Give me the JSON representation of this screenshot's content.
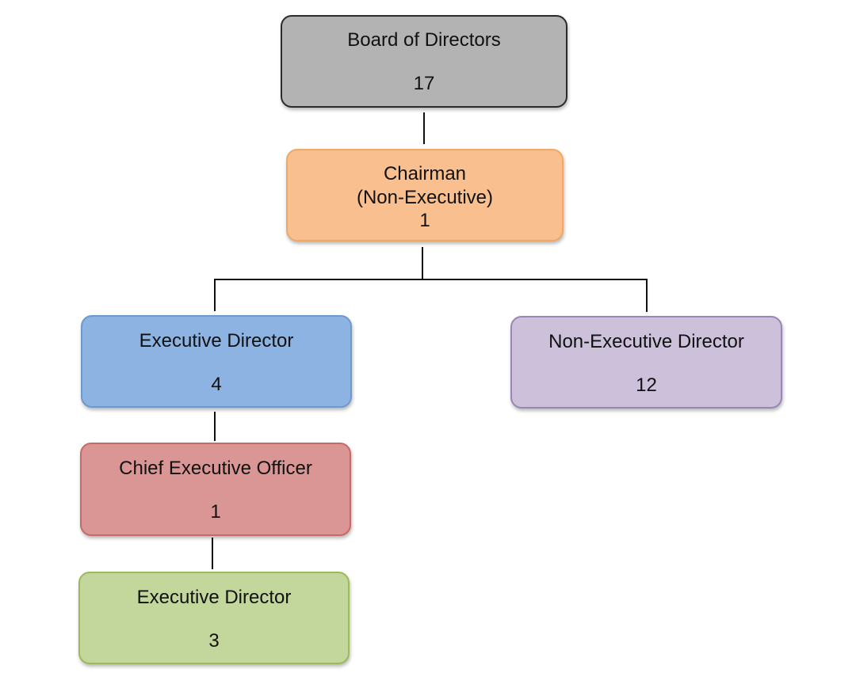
{
  "diagram": {
    "type": "org-chart",
    "nodes": {
      "board": {
        "title": "Board of Directors",
        "count": "17",
        "fill": "#b3b3b3"
      },
      "chairman": {
        "title_line1": "Chairman",
        "title_line2": "(Non-Executive)",
        "count": "1",
        "fill": "#f9bf8f"
      },
      "executive_director": {
        "title": "Executive Director",
        "count": "4",
        "fill": "#8db3e2"
      },
      "non_executive_director": {
        "title": "Non-Executive Director",
        "count": "12",
        "fill": "#ccc0da"
      },
      "ceo": {
        "title": "Chief Executive Officer",
        "count": "1",
        "fill": "#da9694"
      },
      "executive_director_2": {
        "title": "Executive Director",
        "count": "3",
        "fill": "#c3d69b"
      }
    },
    "edges": [
      {
        "from": "board",
        "to": "chairman"
      },
      {
        "from": "chairman",
        "to": "executive_director"
      },
      {
        "from": "chairman",
        "to": "non_executive_director"
      },
      {
        "from": "executive_director",
        "to": "ceo"
      },
      {
        "from": "ceo",
        "to": "executive_director_2"
      }
    ],
    "connector_color": "#111111"
  }
}
